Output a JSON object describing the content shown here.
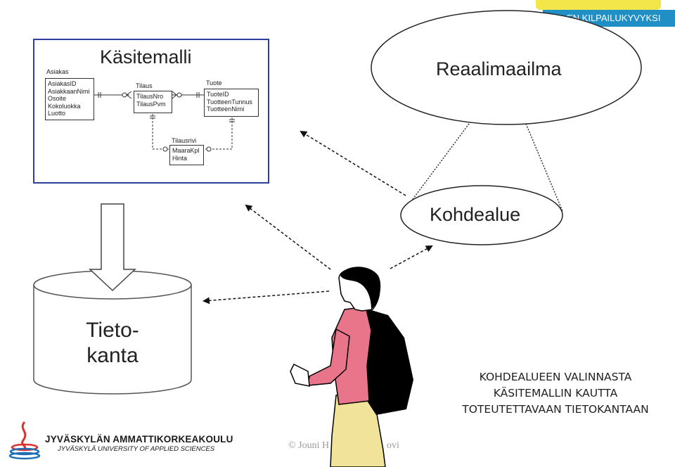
{
  "banner": {
    "text": "EN KILPAILUKYVYKSI"
  },
  "concept_model": {
    "title": "Käsitemalli",
    "entities": {
      "asiakas": {
        "name": "Asiakas",
        "attributes": [
          "AsiakasID",
          "AsiakkaanNimi",
          "Osoite",
          "Kokoluokka",
          "Luotto"
        ]
      },
      "tilaus": {
        "name": "Tilaus",
        "attributes": [
          "TilausNro",
          "TilausPvm"
        ]
      },
      "tuote": {
        "name": "Tuote",
        "attributes": [
          "TuoteID",
          "TuotteenTunnus",
          "TuotteenNimi"
        ]
      },
      "tilausrivi": {
        "name": "Tilausrivi",
        "attributes": [
          "MaaraKpl",
          "Hinta"
        ]
      }
    }
  },
  "real_world": {
    "label": "Reaalimaailma"
  },
  "domain": {
    "label": "Kohdealue"
  },
  "database": {
    "line1": "Tieto-",
    "line2": "kanta"
  },
  "caption": {
    "line1": "KOHDEALUEEN VALINNASTA",
    "line2": "KÄSITEMALLIN KAUTTA",
    "line3": "TOTEUTETTAVAAN TIETOKANTAAN"
  },
  "copyright": "© Jouni H",
  "copyright_tail": "ovi",
  "logo": {
    "line1": "JYVÄSKYLÄN AMMATTIKORKEAKOULU",
    "line2": "JYVÄSKYLÄ UNIVERSITY OF APPLIED SCIENCES",
    "colors": {
      "red": "#d9322c",
      "blue": "#1f6fb6"
    }
  },
  "colors": {
    "banner_blue": "#1f8fc6",
    "banner_yellow": "#f2e64a",
    "box_border": "#2e3f9e",
    "shirt": "#e8758a",
    "trousers": "#f2e39a"
  }
}
